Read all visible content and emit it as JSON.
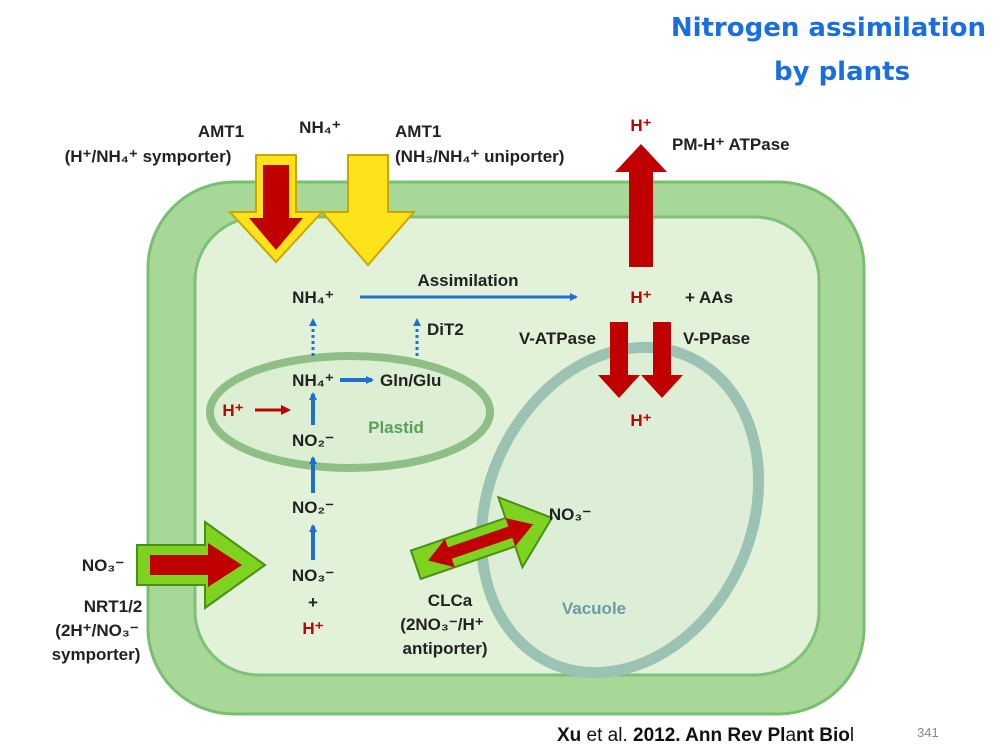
{
  "title": {
    "line1": "Nitrogen assimilation",
    "line2": "by plants"
  },
  "top": {
    "amt1_left": "AMT1",
    "amt1_left_sub": "(H⁺/NH₄⁺ symporter)",
    "nh4_top": "NH₄⁺",
    "amt1_right": "AMT1",
    "amt1_right_sub": "(NH₃/NH₄⁺ uniporter)",
    "h_top": "H⁺",
    "pm_atpase": "PM-H⁺ ATPase"
  },
  "cell": {
    "nh4": "NH₄⁺",
    "assimilation": "Assimilation",
    "h_plus": "H⁺",
    "aas": "+ AAs",
    "dit2": "DiT2",
    "v_atpase": "V-ATPase",
    "v_ppase": "V-PPase",
    "plastid_nh4": "NH₄⁺",
    "gln_glu": "Gln/Glu",
    "plastid_h": "H⁺",
    "plastid_no2": "NO₂⁻",
    "plastid_label": "Plastid",
    "vacuole_h": "H⁺",
    "no2": "NO₂⁻",
    "vacuole_no3": "NO₃⁻",
    "no3": "NO₃⁻",
    "plus": "+",
    "h_bottom": "H⁺",
    "vacuole_label": "Vacuole",
    "clca": "CLCa",
    "clca_sub1": "(2NO₃⁻/H⁺",
    "clca_sub2": "antiporter)"
  },
  "left": {
    "no3_out": "NO₃⁻",
    "nrt": "NRT1/2",
    "nrt_sub1": "(2H⁺/NO₃⁻",
    "nrt_sub2": "symporter)"
  },
  "footer": {
    "citation_a": "Xu",
    "citation_b": " et al. ",
    "citation_c": "2012. Ann Rev Pl",
    "citation_d": "a",
    "citation_e": "nt Bio",
    "citation_f": "l",
    "page_number": "341"
  },
  "colors": {
    "title_blue": "#1a6fe0",
    "cell_green": "#a8d898",
    "arrow_red": "#c00000",
    "arrow_yellow": "#ffe31a",
    "arrow_green": "#7ed321",
    "flow_blue": "#1f6fd1"
  }
}
